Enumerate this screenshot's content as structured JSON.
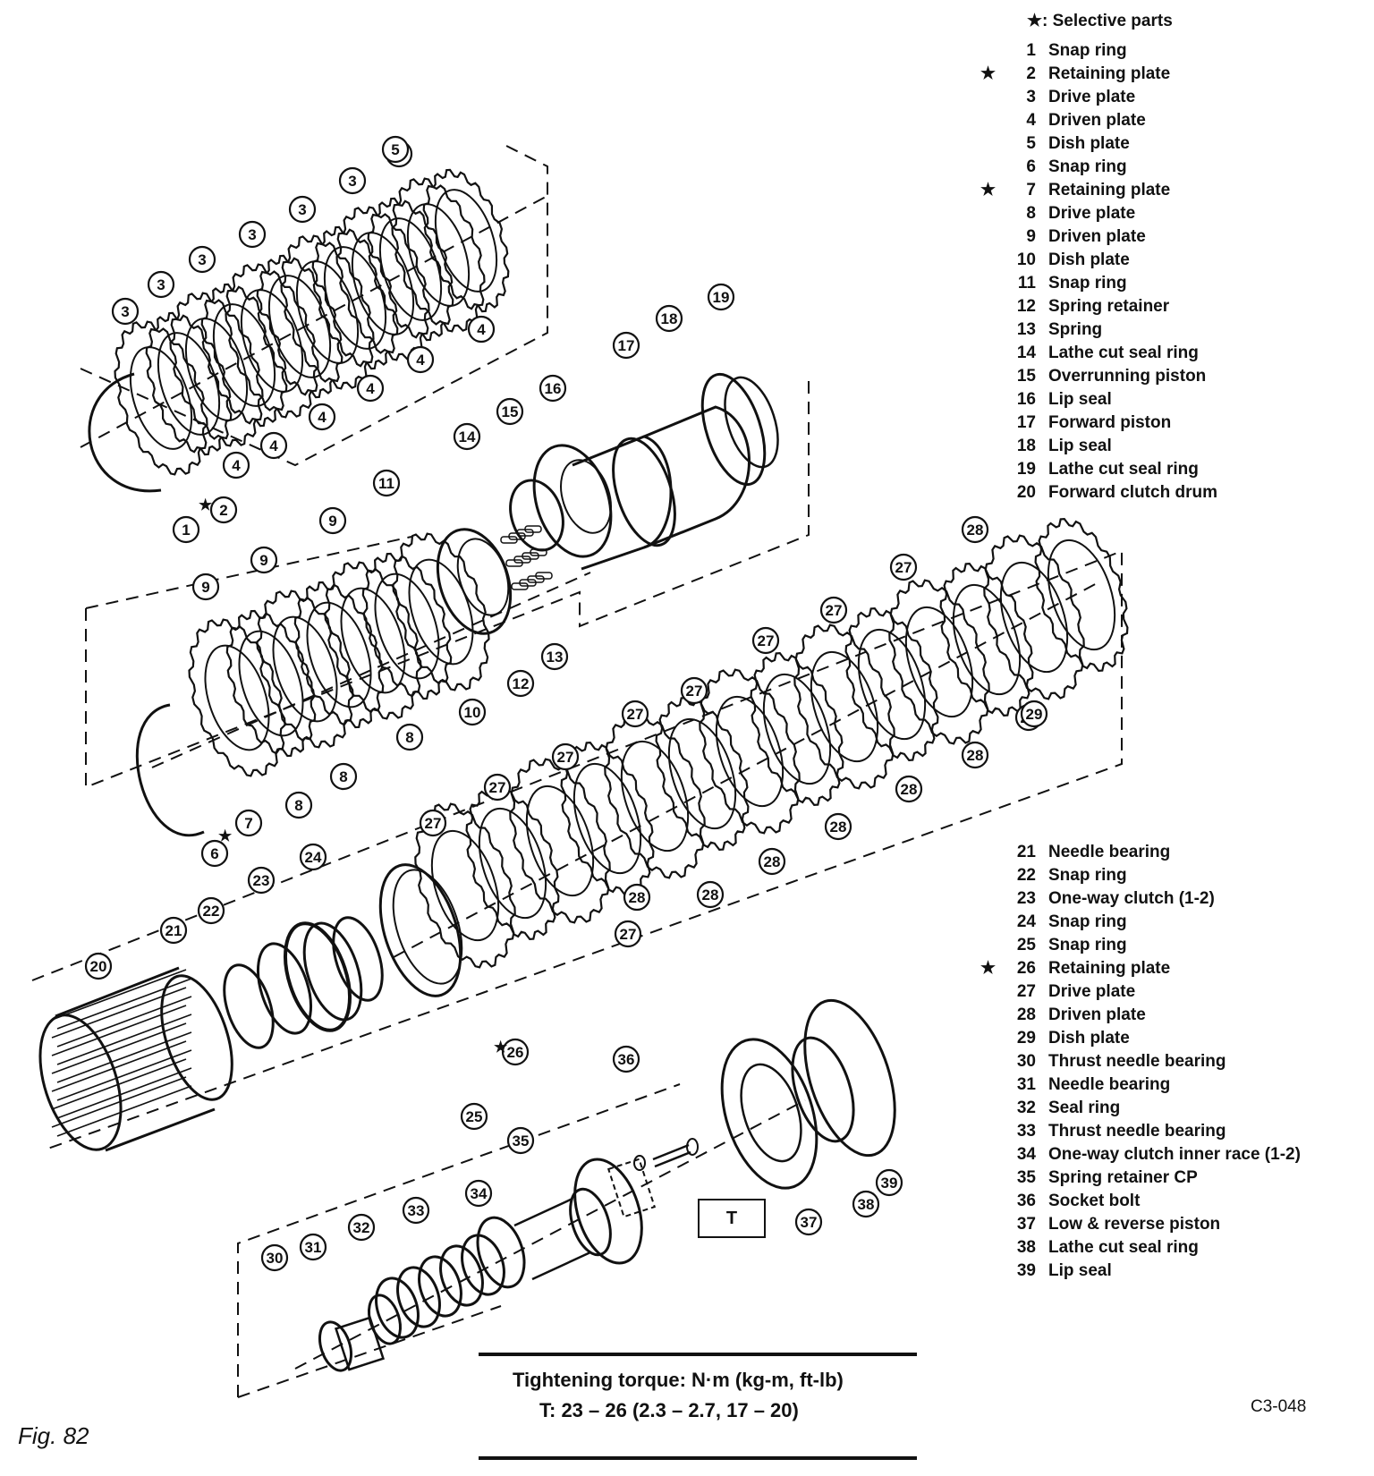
{
  "legend_header": "★: Selective parts",
  "legend_top": [
    {
      "num": "1",
      "label": "Snap ring",
      "selective": false
    },
    {
      "num": "2",
      "label": "Retaining plate",
      "selective": true
    },
    {
      "num": "3",
      "label": "Drive plate",
      "selective": false
    },
    {
      "num": "4",
      "label": "Driven plate",
      "selective": false
    },
    {
      "num": "5",
      "label": "Dish plate",
      "selective": false
    },
    {
      "num": "6",
      "label": "Snap ring",
      "selective": false
    },
    {
      "num": "7",
      "label": "Retaining plate",
      "selective": true
    },
    {
      "num": "8",
      "label": "Drive plate",
      "selective": false
    },
    {
      "num": "9",
      "label": "Driven plate",
      "selective": false
    },
    {
      "num": "10",
      "label": "Dish plate",
      "selective": false
    },
    {
      "num": "11",
      "label": "Snap ring",
      "selective": false
    },
    {
      "num": "12",
      "label": "Spring retainer",
      "selective": false
    },
    {
      "num": "13",
      "label": "Spring",
      "selective": false
    },
    {
      "num": "14",
      "label": "Lathe cut seal ring",
      "selective": false
    },
    {
      "num": "15",
      "label": "Overrunning piston",
      "selective": false
    },
    {
      "num": "16",
      "label": "Lip seal",
      "selective": false
    },
    {
      "num": "17",
      "label": "Forward piston",
      "selective": false
    },
    {
      "num": "18",
      "label": "Lip seal",
      "selective": false
    },
    {
      "num": "19",
      "label": "Lathe cut seal ring",
      "selective": false
    },
    {
      "num": "20",
      "label": "Forward clutch drum",
      "selective": false
    }
  ],
  "legend_bottom": [
    {
      "num": "21",
      "label": "Needle bearing",
      "selective": false
    },
    {
      "num": "22",
      "label": "Snap ring",
      "selective": false
    },
    {
      "num": "23",
      "label": "One-way clutch (1-2)",
      "selective": false
    },
    {
      "num": "24",
      "label": "Snap ring",
      "selective": false
    },
    {
      "num": "25",
      "label": "Snap ring",
      "selective": false
    },
    {
      "num": "26",
      "label": "Retaining plate",
      "selective": true
    },
    {
      "num": "27",
      "label": "Drive plate",
      "selective": false
    },
    {
      "num": "28",
      "label": "Driven plate",
      "selective": false
    },
    {
      "num": "29",
      "label": "Dish plate",
      "selective": false
    },
    {
      "num": "30",
      "label": "Thrust needle bearing",
      "selective": false
    },
    {
      "num": "31",
      "label": "Needle bearing",
      "selective": false
    },
    {
      "num": "32",
      "label": "Seal ring",
      "selective": false
    },
    {
      "num": "33",
      "label": "Thrust needle bearing",
      "selective": false
    },
    {
      "num": "34",
      "label": "One-way clutch inner race (1-2)",
      "selective": false
    },
    {
      "num": "35",
      "label": "Spring retainer CP",
      "selective": false
    },
    {
      "num": "36",
      "label": "Socket bolt",
      "selective": false
    },
    {
      "num": "37",
      "label": "Low & reverse piston",
      "selective": false
    },
    {
      "num": "38",
      "label": "Lathe cut seal ring",
      "selective": false
    },
    {
      "num": "39",
      "label": "Lip seal",
      "selective": false
    }
  ],
  "torque": {
    "title": "Tightening torque:  N·m (kg-m, ft-lb)",
    "value": "T:  23 – 26 (2.3 – 2.7, 17 – 20)"
  },
  "t_box_label": "T",
  "figure_label": "Fig. 82",
  "code": "C3-048",
  "star_glyph": "★",
  "callouts": {
    "group1": [
      "1",
      "2",
      "3",
      "3",
      "3",
      "3",
      "3",
      "3",
      "3",
      "4",
      "4",
      "4",
      "4",
      "4",
      "4",
      "5"
    ],
    "group2": [
      "6",
      "7",
      "8",
      "8",
      "8",
      "9",
      "9",
      "9",
      "10",
      "11",
      "12",
      "13",
      "14",
      "15",
      "16",
      "17",
      "18",
      "19"
    ],
    "group3": [
      "20",
      "21",
      "22",
      "23",
      "24",
      "25",
      "26",
      "27",
      "27",
      "27",
      "27",
      "27",
      "27",
      "27",
      "27",
      "27",
      "28",
      "28",
      "28",
      "28",
      "28",
      "28",
      "28",
      "28",
      "29"
    ],
    "group4": [
      "30",
      "31",
      "32",
      "33",
      "34",
      "35",
      "36",
      "37",
      "38",
      "39"
    ]
  }
}
